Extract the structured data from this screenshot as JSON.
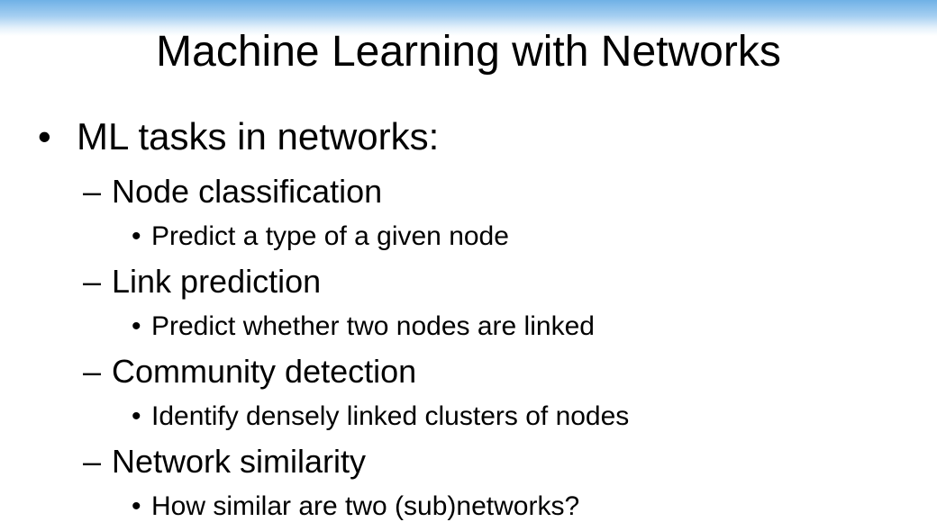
{
  "slide": {
    "title": "Machine Learning with Networks",
    "intro": {
      "marker": "•",
      "text": "ML tasks in networks:"
    },
    "tasks": [
      {
        "marker": "–",
        "label": "Node classification",
        "sub_marker": "•",
        "sub": "Predict a type of a given node"
      },
      {
        "marker": "–",
        "label": "Link prediction",
        "sub_marker": "•",
        "sub": "Predict whether two nodes are linked"
      },
      {
        "marker": "–",
        "label": "Community detection",
        "sub_marker": "•",
        "sub": "Identify densely linked clusters of nodes"
      },
      {
        "marker": "–",
        "label": "Network similarity",
        "sub_marker": "•",
        "sub": "How similar are two (sub)networks?"
      }
    ],
    "theme": {
      "banner_top_color": "#70b1e6",
      "banner_mid_color": "#a6cff1",
      "text_color": "#000000",
      "background_color": "#ffffff"
    }
  }
}
